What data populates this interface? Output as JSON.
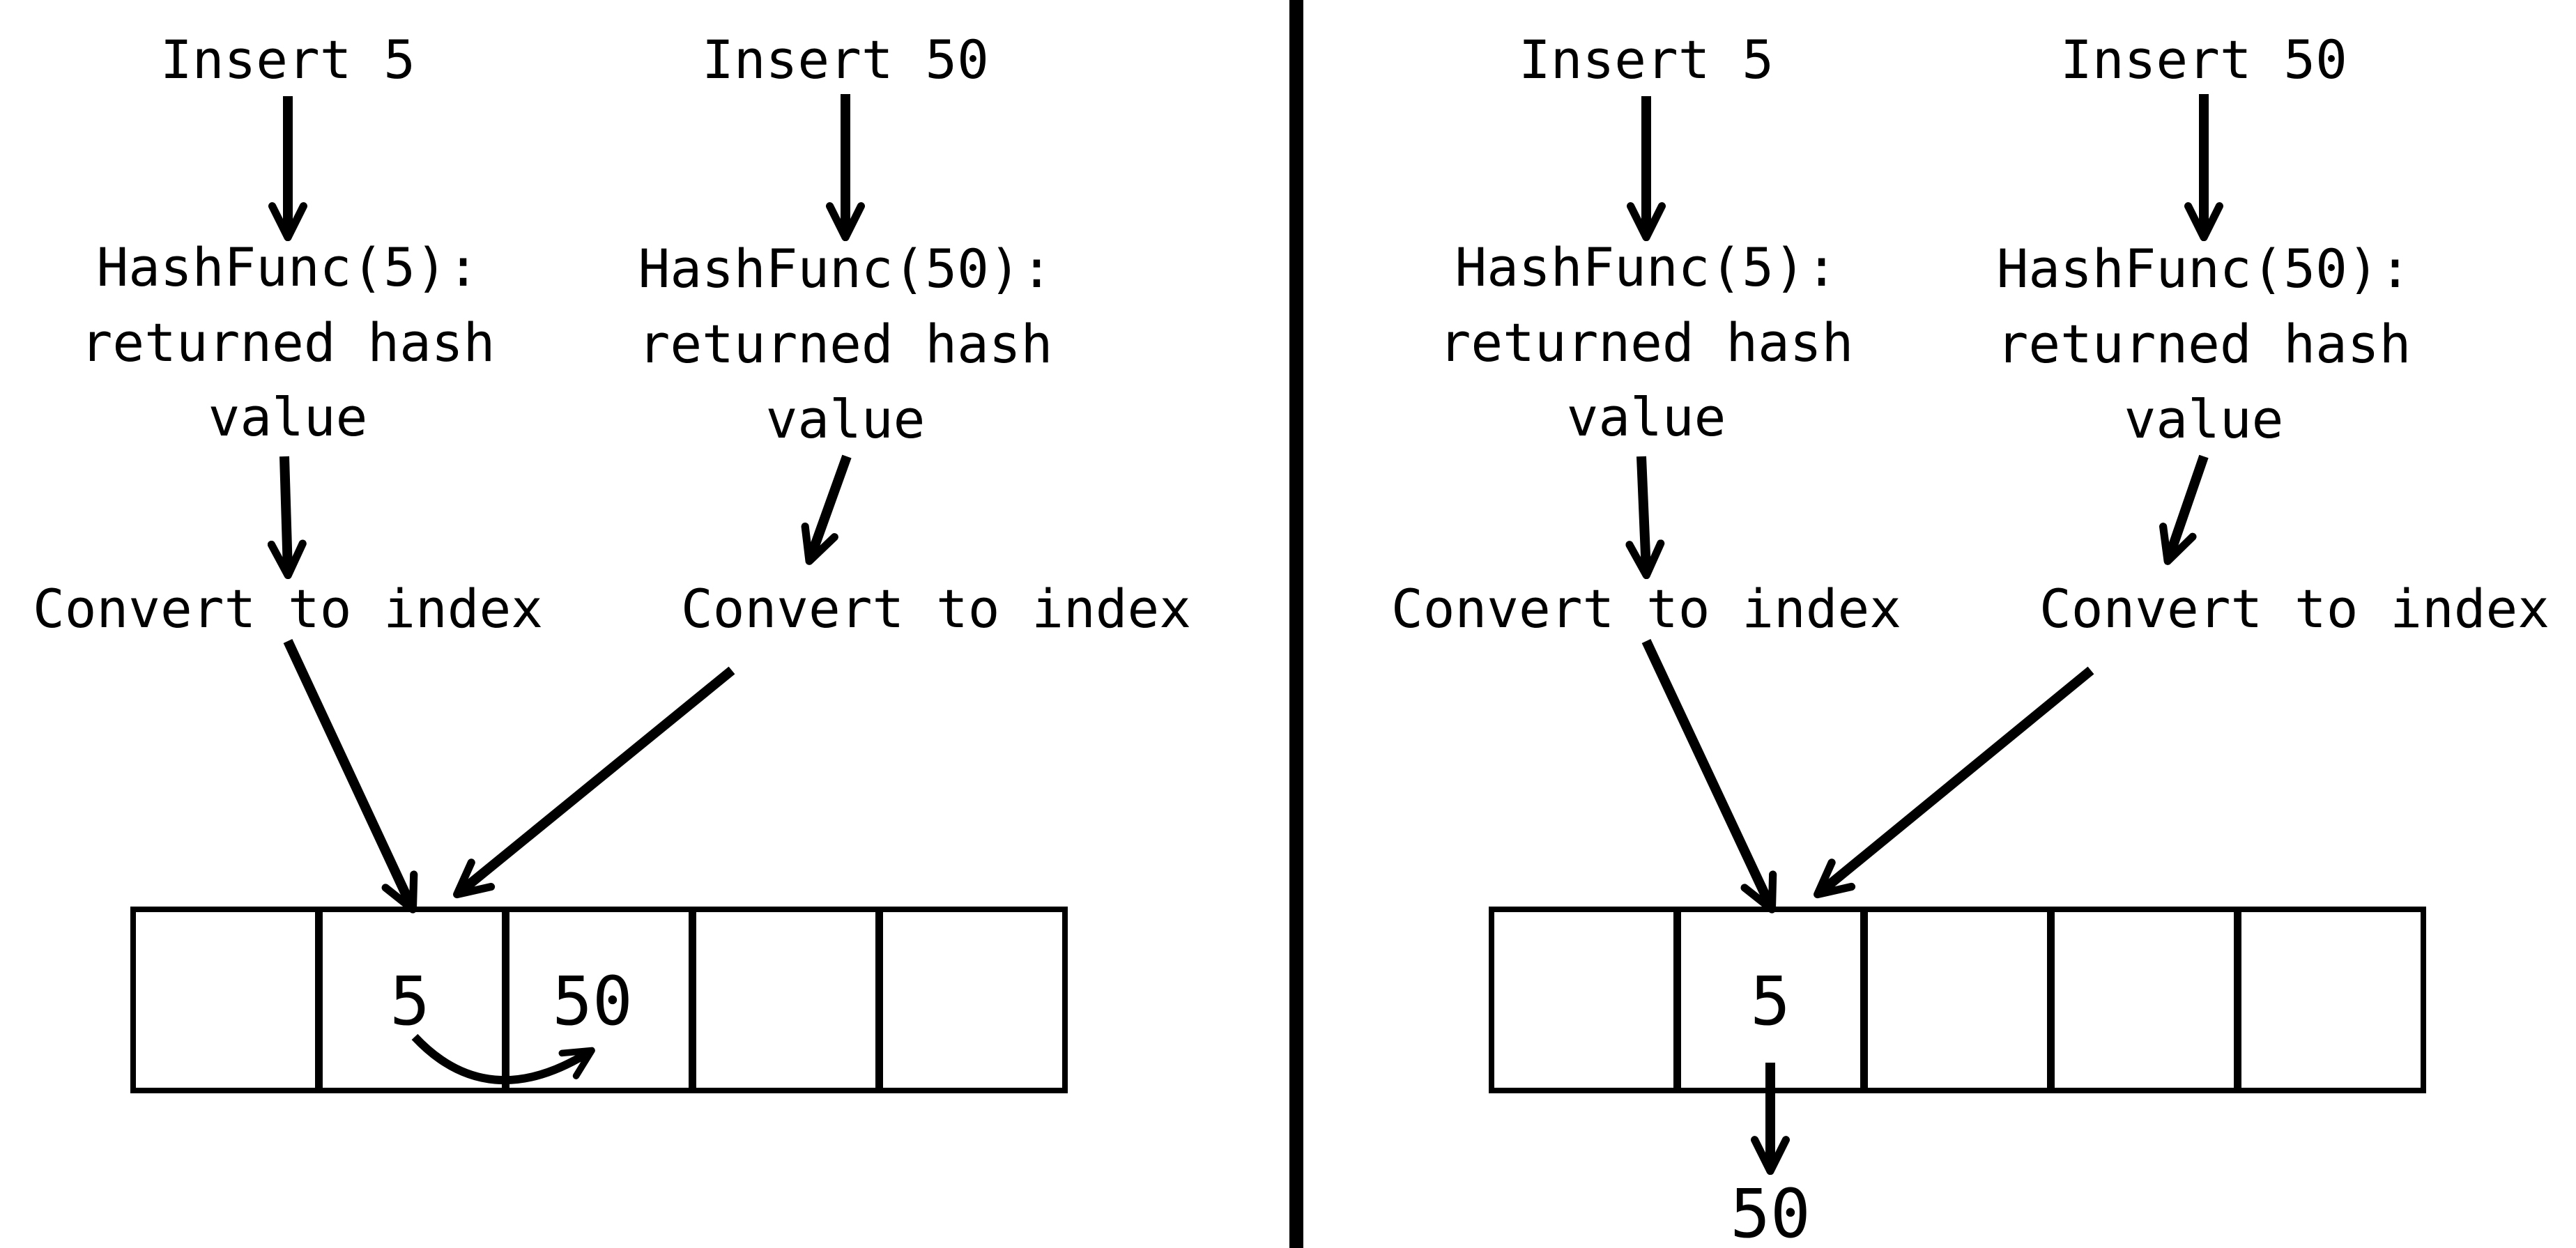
{
  "colors": {
    "ink": "#000000",
    "background": "#ffffff"
  },
  "left_panel": {
    "insert_a": "Insert 5",
    "insert_b": "Insert 50",
    "hash_a": [
      "HashFunc(5):",
      "returned hash",
      "value"
    ],
    "hash_b": [
      "HashFunc(50):",
      "returned hash",
      "value"
    ],
    "convert_a": "Convert to index",
    "convert_b": "Convert to index",
    "cell_values": [
      "",
      "5",
      "50",
      "",
      ""
    ]
  },
  "right_panel": {
    "insert_a": "Insert 5",
    "insert_b": "Insert 50",
    "hash_a": [
      "HashFunc(5):",
      "returned hash",
      "value"
    ],
    "hash_b": [
      "HashFunc(50):",
      "returned hash",
      "value"
    ],
    "convert_a": "Convert to index",
    "convert_b": "Convert to index",
    "cell_values": [
      "",
      "5",
      "",
      "",
      ""
    ],
    "chained_value": "50"
  }
}
